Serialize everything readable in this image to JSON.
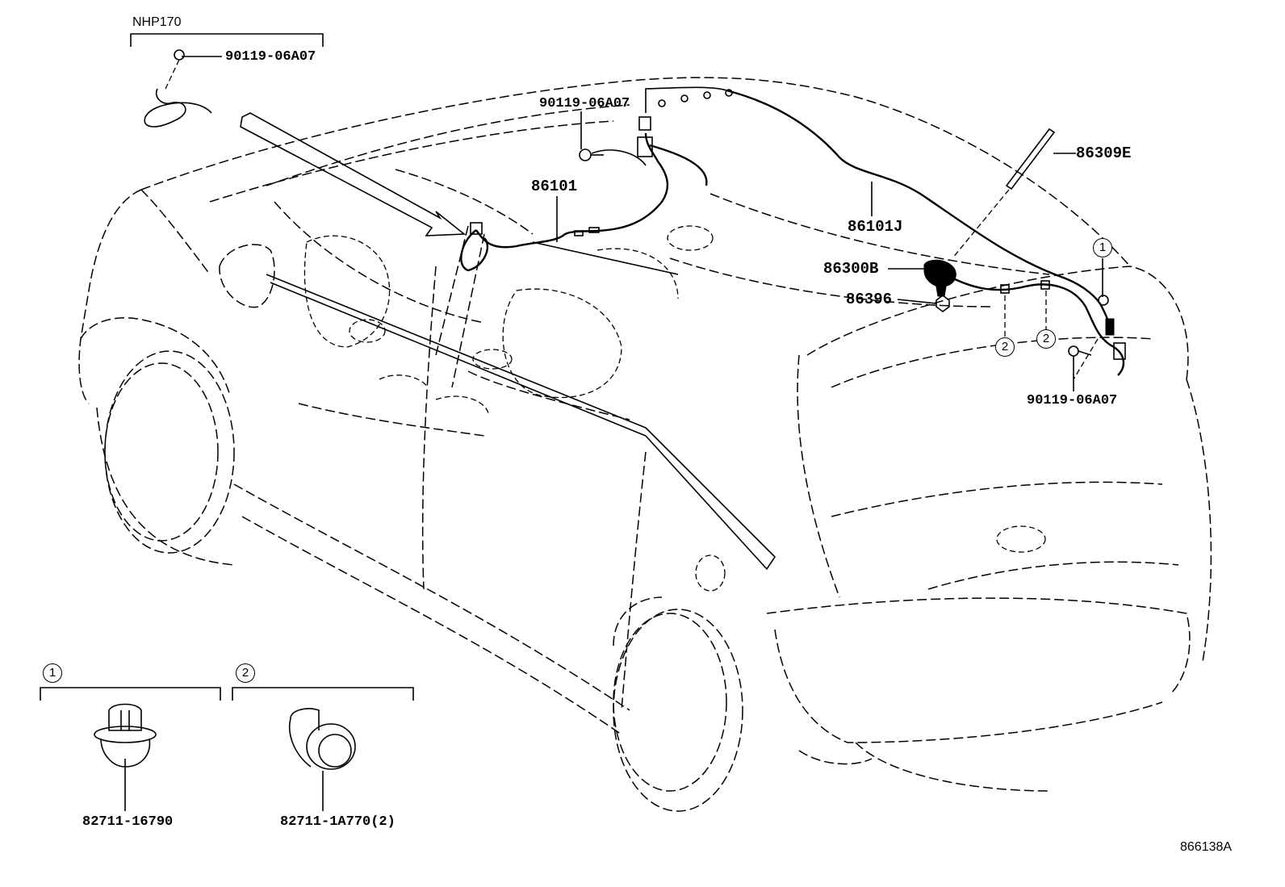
{
  "diagram": {
    "variant_label": "NHP170",
    "drawing_number": "866138A",
    "parts": {
      "bolt_top_left": "90119-06A07",
      "bolt_center": "90119-06A07",
      "bolt_rear": "90119-06A07",
      "wire_front": "86101",
      "wire_roof": "86101J",
      "antenna_mast": "86309E",
      "antenna_base": "86300B",
      "nut": "86396",
      "clip_1": "82711-16790",
      "clip_2": "82711-1A770(2)"
    },
    "callouts": {
      "one": "1",
      "two": "2"
    }
  }
}
